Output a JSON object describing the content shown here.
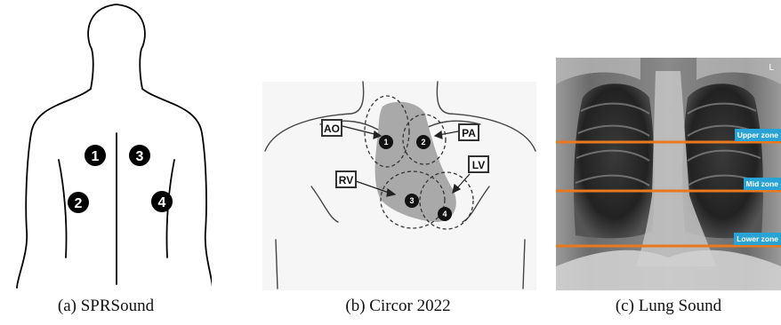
{
  "panels": [
    {
      "caption": "(a) SPRSound",
      "markers": [
        "1",
        "2",
        "3",
        "4"
      ]
    },
    {
      "caption": "(b) Circor 2022",
      "labels": [
        "AO",
        "PA",
        "RV",
        "LV"
      ],
      "markers": [
        "1",
        "2",
        "3",
        "4"
      ]
    },
    {
      "caption": "(c) Lung Sound",
      "corner_label": "L",
      "zones": [
        "Upper zone",
        "Mid zone",
        "Lower zone"
      ]
    }
  ],
  "colors": {
    "zone_line": "#e8791e",
    "zone_label_bg": "#29a3d6",
    "heart": "#a9a9a9"
  }
}
